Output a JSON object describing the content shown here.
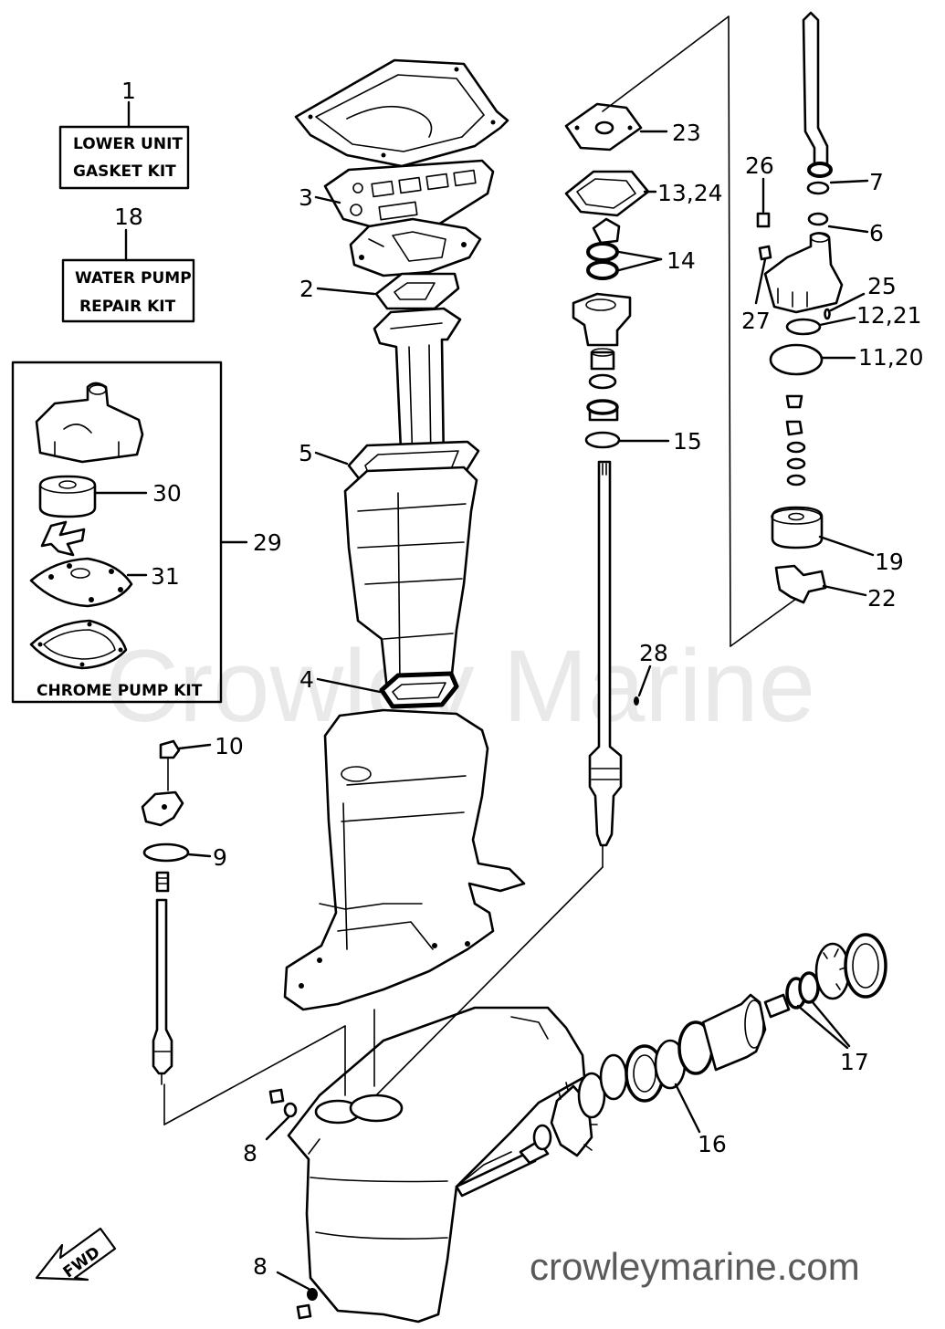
{
  "kits": {
    "lower_unit": {
      "ref": "1",
      "line1": "LOWER UNIT",
      "line2": "GASKET KIT"
    },
    "water_pump": {
      "ref": "18",
      "line1": "WATER PUMP",
      "line2": "REPAIR KIT"
    },
    "chrome_pump": {
      "ref": "29",
      "label": "CHROME PUMP KIT"
    }
  },
  "callouts": {
    "c2": "2",
    "c3": "3",
    "c4": "4",
    "c5": "5",
    "c6": "6",
    "c7": "7",
    "c8a": "8",
    "c8b": "8",
    "c9": "9",
    "c10": "10",
    "c11_20": "11,20",
    "c12_21": "12,21",
    "c13_24": "13,24",
    "c14": "14",
    "c15": "15",
    "c16": "16",
    "c17": "17",
    "c19": "19",
    "c22": "22",
    "c23": "23",
    "c25": "25",
    "c26": "26",
    "c27": "27",
    "c28": "28",
    "c30": "30",
    "c31": "31"
  },
  "fwd_label": "FWD",
  "watermark": "Crowley Marine",
  "website": "crowleymarine.com"
}
